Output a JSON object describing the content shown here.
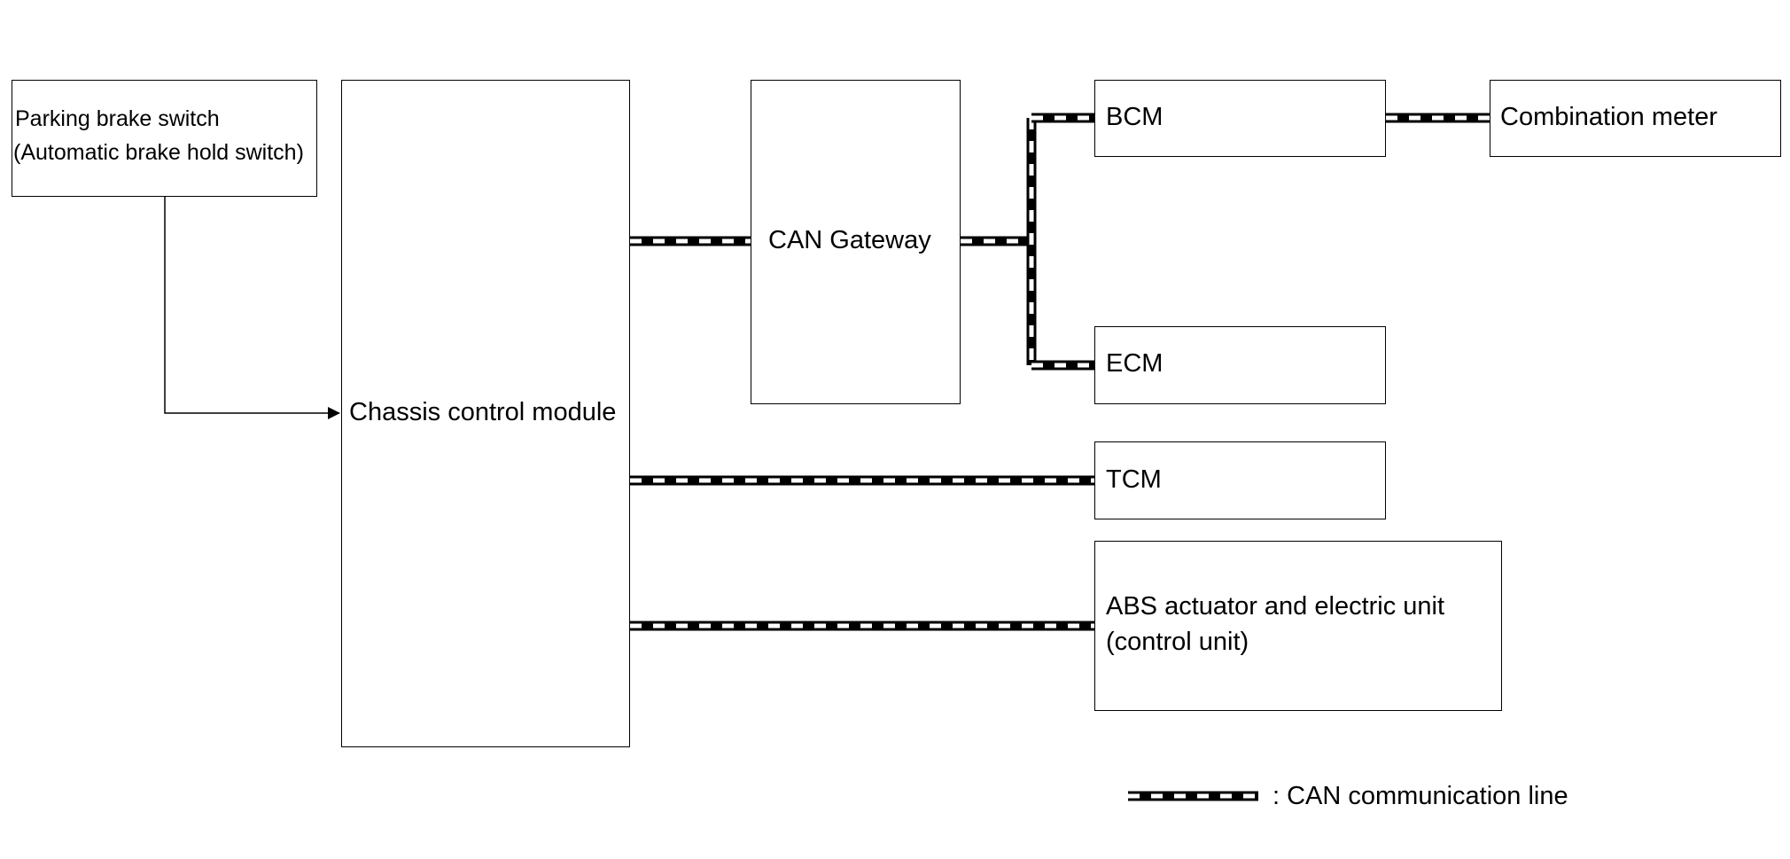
{
  "nodes": {
    "parking_brake_switch": {
      "line1": "Parking brake switch",
      "line2": "(Automatic brake hold switch)"
    },
    "chassis_control_module": {
      "label": "Chassis control module"
    },
    "can_gateway": {
      "label": "CAN Gateway"
    },
    "bcm": {
      "label": "BCM"
    },
    "combination_meter": {
      "label": "Combination meter"
    },
    "ecm": {
      "label": "ECM"
    },
    "tcm": {
      "label": "TCM"
    },
    "abs_unit": {
      "line1": "ABS actuator and electric unit",
      "line2": "(control unit)"
    }
  },
  "connections": [
    {
      "from": "parking_brake_switch",
      "to": "chassis_control_module",
      "type": "signal"
    },
    {
      "from": "chassis_control_module",
      "to": "can_gateway",
      "type": "can"
    },
    {
      "from": "can_gateway",
      "to": "bcm",
      "type": "can"
    },
    {
      "from": "can_gateway",
      "to": "ecm",
      "type": "can"
    },
    {
      "from": "bcm",
      "to": "combination_meter",
      "type": "can"
    },
    {
      "from": "chassis_control_module",
      "to": "tcm",
      "type": "can"
    },
    {
      "from": "chassis_control_module",
      "to": "abs_unit",
      "type": "can"
    }
  ],
  "legend": {
    "can_line_label": ": CAN communication line"
  }
}
